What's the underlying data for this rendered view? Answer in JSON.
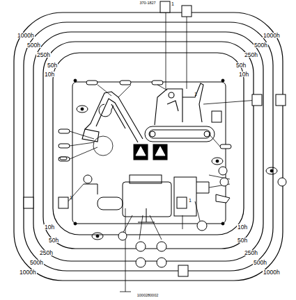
{
  "diagram": {
    "labels": [
      "370-1827",
      "1000h",
      "500h",
      "250h",
      "50h",
      "10h",
      "1000h",
      "500h",
      "250h",
      "50h",
      "10h",
      "10h",
      "50h",
      "250h",
      "500h",
      "1000h",
      "10h",
      "50h",
      "250h",
      "500h",
      "1000h",
      "1",
      "1",
      "1",
      "1",
      "1000280002"
    ]
  }
}
